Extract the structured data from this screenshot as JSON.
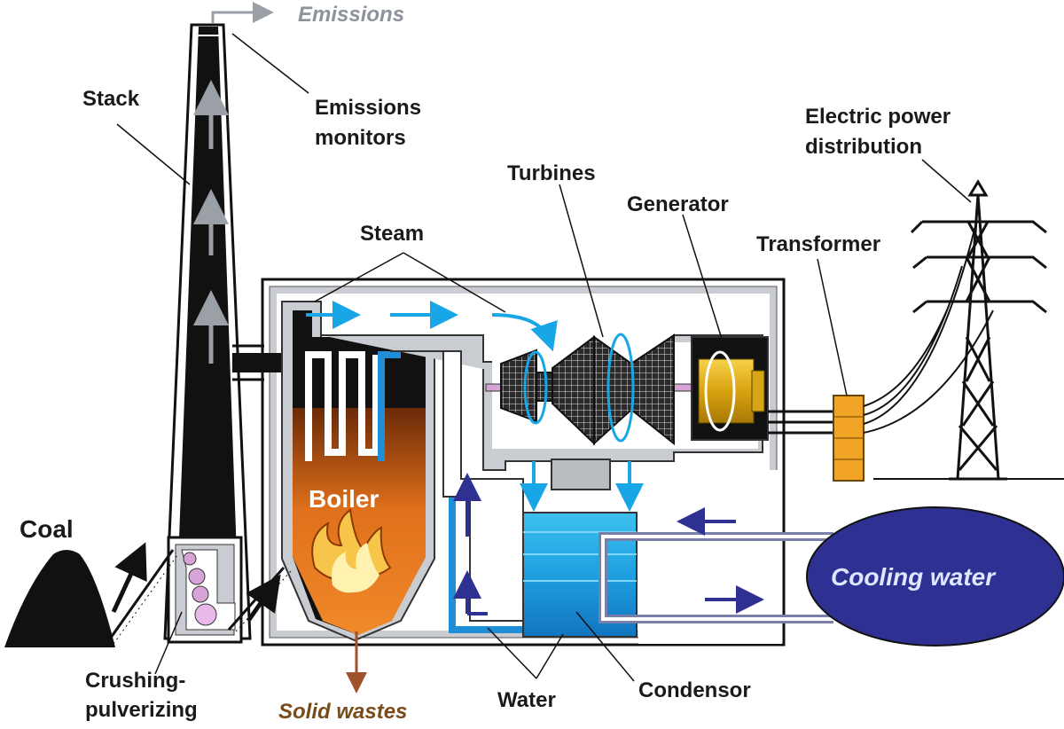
{
  "labels": {
    "emissions": "Emissions",
    "stack": "Stack",
    "emissions_monitors_line1": "Emissions",
    "emissions_monitors_line2": "monitors",
    "electric_power_line1": "Electric power",
    "electric_power_line2": "distribution",
    "turbines": "Turbines",
    "generator": "Generator",
    "steam": "Steam",
    "transformer": "Transformer",
    "coal": "Coal",
    "boiler": "Boiler",
    "cooling_water": "Cooling water",
    "crushing_line1": "Crushing-",
    "crushing_line2": "pulverizing",
    "solid_wastes": "Solid wastes",
    "water": "Water",
    "condensor": "Condensor"
  },
  "colors": {
    "stack": "#111111",
    "casing": "#b9bcc0",
    "steam_arrow": "#19a6e6",
    "water_blue": "#1e8fd6",
    "condenser_water": "#34b3ea",
    "cooling_ellipse": "#2e3192",
    "cooling_text": "#dfe6ff",
    "generator_gold": "#e8b31c",
    "transformer_orange": "#f0a324",
    "fire_orange": "#e0701c",
    "solid_wastes_text": "#7a4b1a",
    "emissions_text": "#8c939a",
    "dark_arrow": "#2e3192"
  }
}
